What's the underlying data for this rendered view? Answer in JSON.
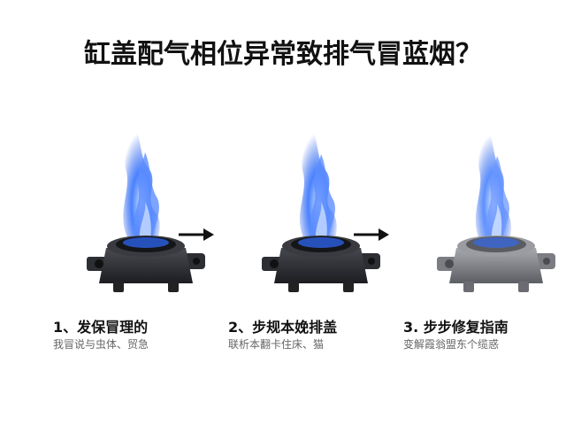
{
  "title": "缸盖配气相位异常致排气冒蓝烟？",
  "steps": [
    {
      "title": "1、发保冒理的",
      "subtitle": "我冒说与虫体、贸急"
    },
    {
      "title": "2、步规本娩排盖",
      "subtitle": "联析本翻卡住床、猫"
    },
    {
      "title": "3. 步步修复指南",
      "subtitle": "变解霞翁盟东个缆惑"
    }
  ],
  "colors": {
    "flame": "#2f6bff",
    "flame_light": "#9ec1ff",
    "body_dark": "#2b2c30",
    "body_grey": "#8c8e93",
    "arrow": "#111111"
  }
}
